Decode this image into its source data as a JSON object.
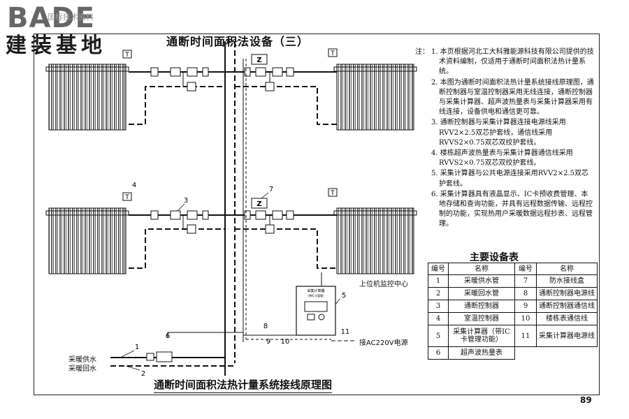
{
  "logo": {
    "brand": "BADE",
    "subtitle": "建装基地",
    "watermark": "国标技术资料"
  },
  "page": {
    "title": "通断时间面积法设备（三）",
    "caption": "通断时间面积法热计量系统接线原理图",
    "page_number": "89"
  },
  "notes": {
    "label": "注：",
    "items": [
      "1. 本页根据河北工大科雅能源科技有限公司提供的技术资料编制，仅适用于通断时间面积法热计量系统。",
      "2. 本图为通断时间面积法热计量系统接线原理图，通断控制器与室温控制器采用无线连接，通断控制器与采集计算器、超声波热量表与采集计算器采用有线连接，设备供电和通信更可靠。",
      "3. 通断控制器与采集计算器连接电源线采用RVV2×2.5双芯护套线，通信线采用RVVS2×0.75双芯双绞护套线。",
      "4. 楼栋超声波热量表与采集计算器通信线采用RVVS2×0.75双芯双绞护套线。",
      "5. 采集计算器与公共电源连接采用RVV2×2.5双芯护套线。",
      "6. 采集计算器具有液晶显示、IC卡预收费管理、本地存储和查询功能，并具有远程数据传输、远程控制的功能，实现热用户采暖数据远程抄表、远程管理。"
    ]
  },
  "equipment_table": {
    "title": "主要设备表",
    "headers": [
      "编号",
      "名称",
      "编号",
      "名称"
    ],
    "rows": [
      [
        "1",
        "采暖供水管",
        "7",
        "防水接线盒"
      ],
      [
        "2",
        "采暖回水管",
        "8",
        "通断控制器电源线"
      ],
      [
        "3",
        "通断控制器",
        "9",
        "通断控制器通信线"
      ],
      [
        "4",
        "室温控制器",
        "10",
        "楼栋表通信线"
      ],
      [
        "5",
        "采集计算器（带IC卡管理功能）",
        "11",
        "采集计算器电源线"
      ],
      [
        "6",
        "超声波热量表",
        "",
        ""
      ]
    ]
  },
  "diagram": {
    "labels": {
      "supply_water": "采暖供水",
      "return_water": "采暖回水",
      "monitor_center": "上位机监控中心",
      "ac_power": "接AC220V电源",
      "thermostat_glyph": "T",
      "junction_glyph": "Z",
      "collector_title": "采集计算器",
      "collector_sub": "（带IC卡管理）"
    },
    "callouts": [
      "1",
      "2",
      "3",
      "4",
      "5",
      "6",
      "7",
      "8",
      "9",
      "10",
      "11"
    ]
  },
  "colors": {
    "line": "#111111",
    "frame": "#222222",
    "logo_gray": "#666666"
  }
}
